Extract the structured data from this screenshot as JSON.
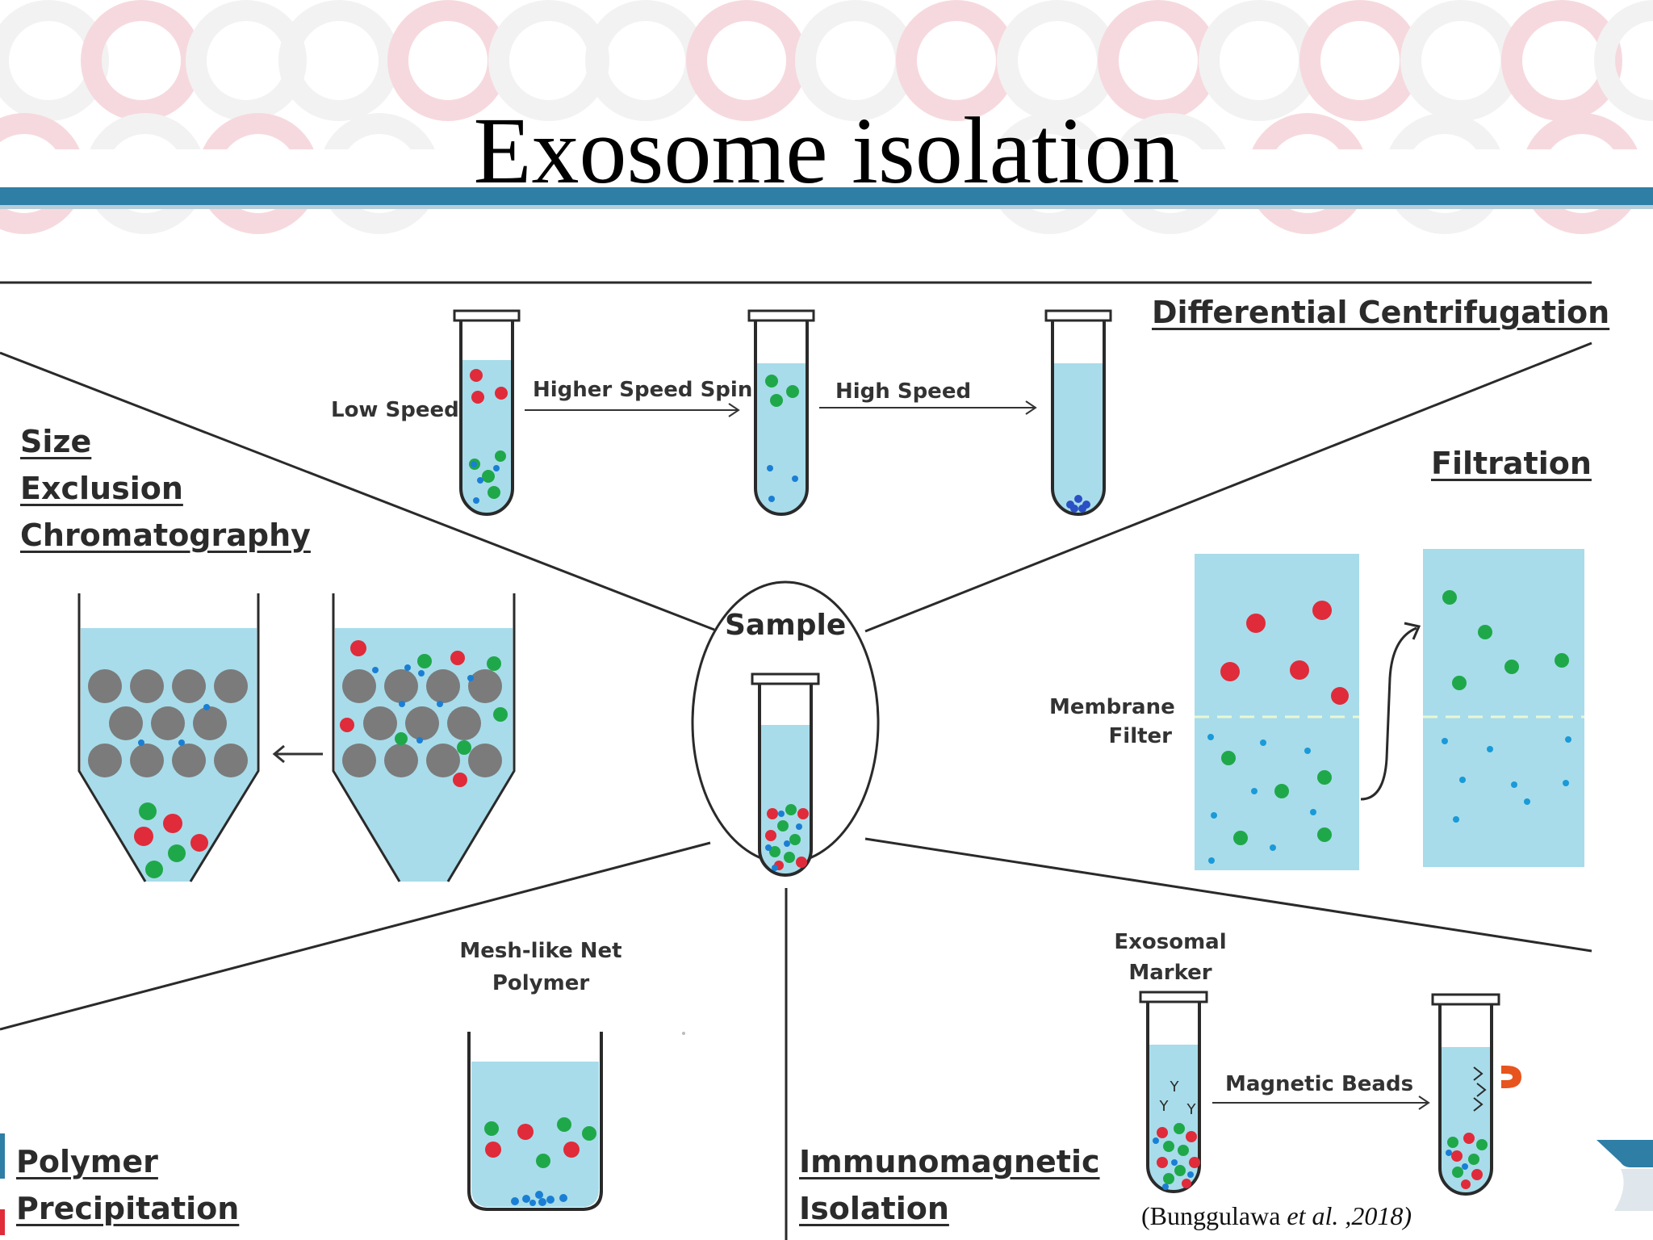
{
  "slide": {
    "title": "Exosome isolation",
    "accent_color": "#2e7ea6"
  },
  "diagram": {
    "center": {
      "label": "Sample"
    },
    "methods": {
      "differential_centrifugation": {
        "title": "Differential Centrifugation",
        "steps": [
          "Low Speed",
          "Higher Speed Spin",
          "High Speed"
        ]
      },
      "filtration": {
        "title": "Filtration",
        "label_line1": "Membrane",
        "label_line2": "Filter"
      },
      "size_exclusion": {
        "title_line1": "Size",
        "title_line2": "Exclusion",
        "title_line3": "Chromatography"
      },
      "polymer_precipitation": {
        "title_line1": "Polymer",
        "title_line2": "Precipitation",
        "label_line1": "Mesh-like Net",
        "label_line2": "Polymer"
      },
      "immunomagnetic": {
        "title_line1": "Immunomagnetic",
        "title_line2": "Isolation",
        "marker_line1": "Exosomal",
        "marker_line2": "Marker",
        "beads_label": "Magnetic Beads"
      }
    },
    "colors": {
      "liquid": "#a8dcea",
      "red_particle": "#e02b3a",
      "green_particle": "#1fa84a",
      "blue_particle": "#1a7fd4",
      "gray_bead": "#7b7b7b"
    }
  },
  "citation": {
    "author": "(Bunggulawa ",
    "etal": "et al.",
    "year": " ,2018)"
  }
}
